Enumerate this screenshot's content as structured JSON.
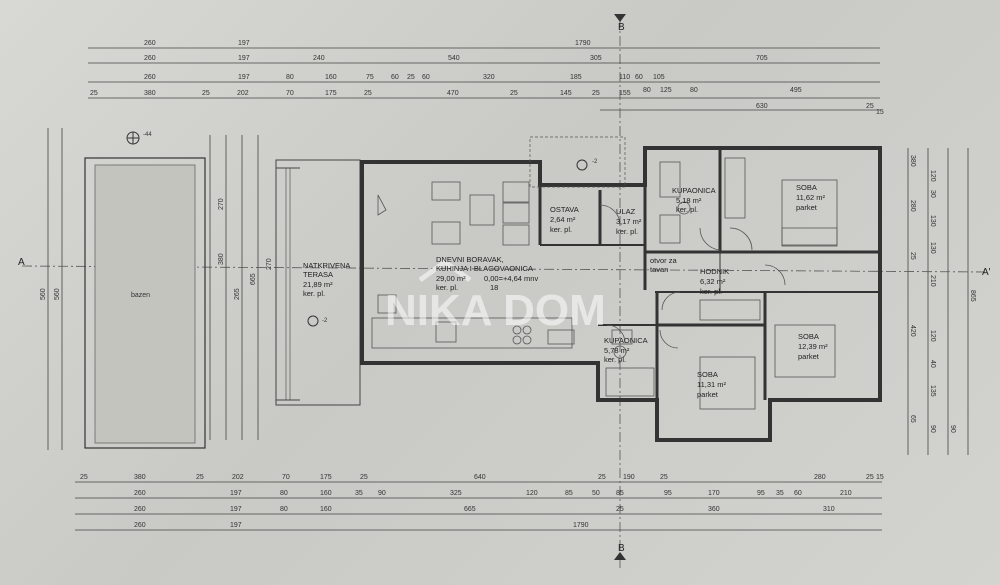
{
  "section_markers": {
    "a_left": "A",
    "a_right": "A'",
    "b_top": "B",
    "b_bottom": "B"
  },
  "top_dims": {
    "row1": [
      "260",
      "197",
      "1790"
    ],
    "row2": [
      "260",
      "197",
      "240",
      "540",
      "305",
      "705"
    ],
    "row3": [
      "260",
      "197",
      "80",
      "160",
      "75",
      "60",
      "25",
      "60",
      "320",
      "185",
      "110",
      "60",
      "105",
      "495"
    ],
    "row4": [
      "25",
      "380",
      "25",
      "202",
      "70",
      "175",
      "25",
      "470",
      "25",
      "145",
      "25",
      "155",
      "80",
      "125",
      "80",
      "630",
      "25",
      "15"
    ]
  },
  "bottom_dims": {
    "row1": [
      "25",
      "380",
      "25",
      "202",
      "70",
      "175",
      "25",
      "640",
      "25",
      "190",
      "25",
      "280",
      "25",
      "15"
    ],
    "row2": [
      "260",
      "197",
      "80",
      "160",
      "35",
      "90",
      "325",
      "120",
      "85",
      "50",
      "85",
      "95",
      "170",
      "95",
      "35",
      "60",
      "210"
    ],
    "row3": [
      "260",
      "197",
      "80",
      "160",
      "665",
      "25",
      "360",
      "310"
    ],
    "row4": [
      "260",
      "197",
      "1790"
    ]
  },
  "right_dims": [
    "380",
    "120",
    "280",
    "130",
    "30",
    "130",
    "210",
    "25",
    "420",
    "865",
    "120",
    "40",
    "135",
    "65",
    "90",
    "90"
  ],
  "left_dims": [
    "560",
    "560",
    "270",
    "380",
    "265",
    "665",
    "270"
  ],
  "elevation_marks": {
    "pool": "-44",
    "terrace": "-2",
    "entry": "-2"
  },
  "rooms": {
    "bazen": {
      "name": "bazen"
    },
    "terasa": {
      "line1": "NATKRIVENA",
      "line2": "TERASA",
      "area": "21,89 m²",
      "floor": "ker. pl."
    },
    "boravak": {
      "line1": "DNEVNI BORAVAK,",
      "line2": "KUHINJA I BLAGOVAONICA",
      "area": "29,00 m²",
      "level": "0,00=+4,64 mnv",
      "floor": "ker. pl.",
      "steps": "18"
    },
    "ostava": {
      "name": "OSTAVA",
      "area": "2,64 m²",
      "floor": "ker. pl."
    },
    "ulaz": {
      "name": "ULAZ",
      "area": "3,17 m²",
      "floor": "ker. pl."
    },
    "kupaonica1": {
      "name": "KUPAONICA",
      "area": "5,18 m²",
      "floor": "ker. pl."
    },
    "soba1": {
      "name": "SOBA",
      "area": "11,62 m²",
      "floor": "parket"
    },
    "hodnik": {
      "name": "HODNIK",
      "area": "6,32 m²",
      "floor": "ker. pl."
    },
    "otvor": {
      "line1": "otvor za",
      "line2": "tavan"
    },
    "soba2": {
      "name": "SOBA",
      "area": "12,39 m²",
      "floor": "parket"
    },
    "kupaonica2": {
      "name": "KUPAONICA",
      "area": "5,78 m²",
      "floor": "ker. pl."
    },
    "soba3": {
      "name": "SOBA",
      "area": "11,31 m²",
      "floor": "parket"
    }
  },
  "watermark": "NIKA DOM"
}
